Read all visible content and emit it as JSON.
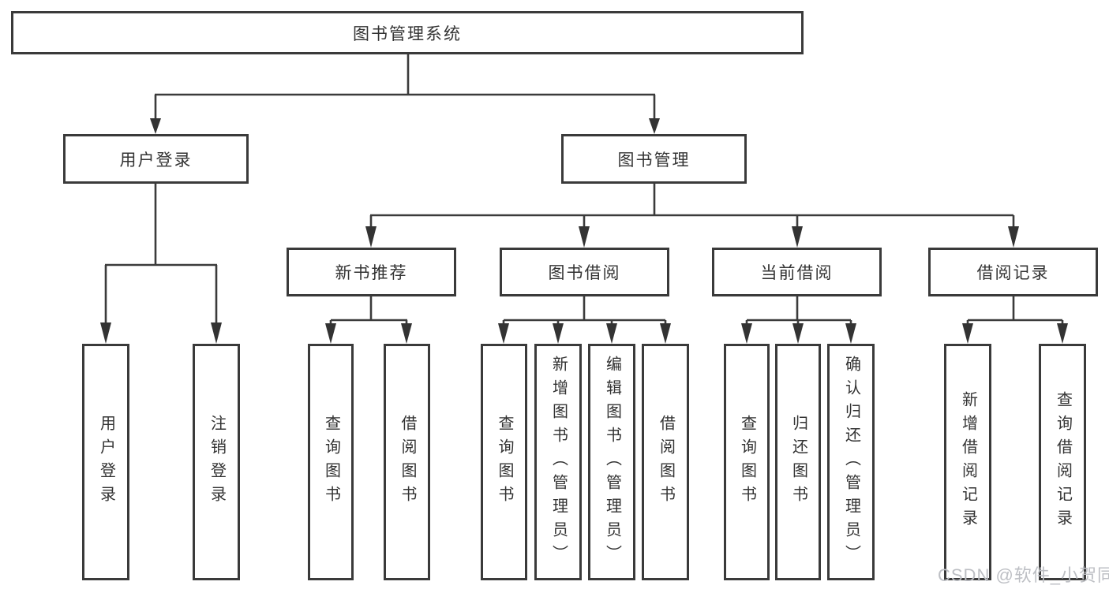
{
  "watermark": "CSDN @软件_小贺同学",
  "colors": {
    "line": "#3b3b3b",
    "border": "#3a3a3a",
    "text": "#333333",
    "watermark": "#bdbfc4",
    "background": "#ffffff"
  },
  "tree": {
    "root": {
      "label": "图书管理系统"
    },
    "branches": [
      {
        "label": "用户登录",
        "children": [
          {
            "label": "用户登录"
          },
          {
            "label": "注销登录"
          }
        ]
      },
      {
        "label": "图书管理",
        "groups": [
          {
            "label": "新书推荐",
            "children": [
              {
                "label": "查询图书"
              },
              {
                "label": "借阅图书"
              }
            ]
          },
          {
            "label": "图书借阅",
            "children": [
              {
                "label": "查询图书"
              },
              {
                "label": "新增图书（管理员）"
              },
              {
                "label": "编辑图书（管理员）"
              },
              {
                "label": "借阅图书"
              }
            ]
          },
          {
            "label": "当前借阅",
            "children": [
              {
                "label": "查询图书"
              },
              {
                "label": "归还图书"
              },
              {
                "label": "确认归还（管理员）"
              }
            ]
          },
          {
            "label": "借阅记录",
            "children": [
              {
                "label": "新增借阅记录"
              },
              {
                "label": "查询借阅记录"
              }
            ]
          }
        ]
      }
    ]
  }
}
